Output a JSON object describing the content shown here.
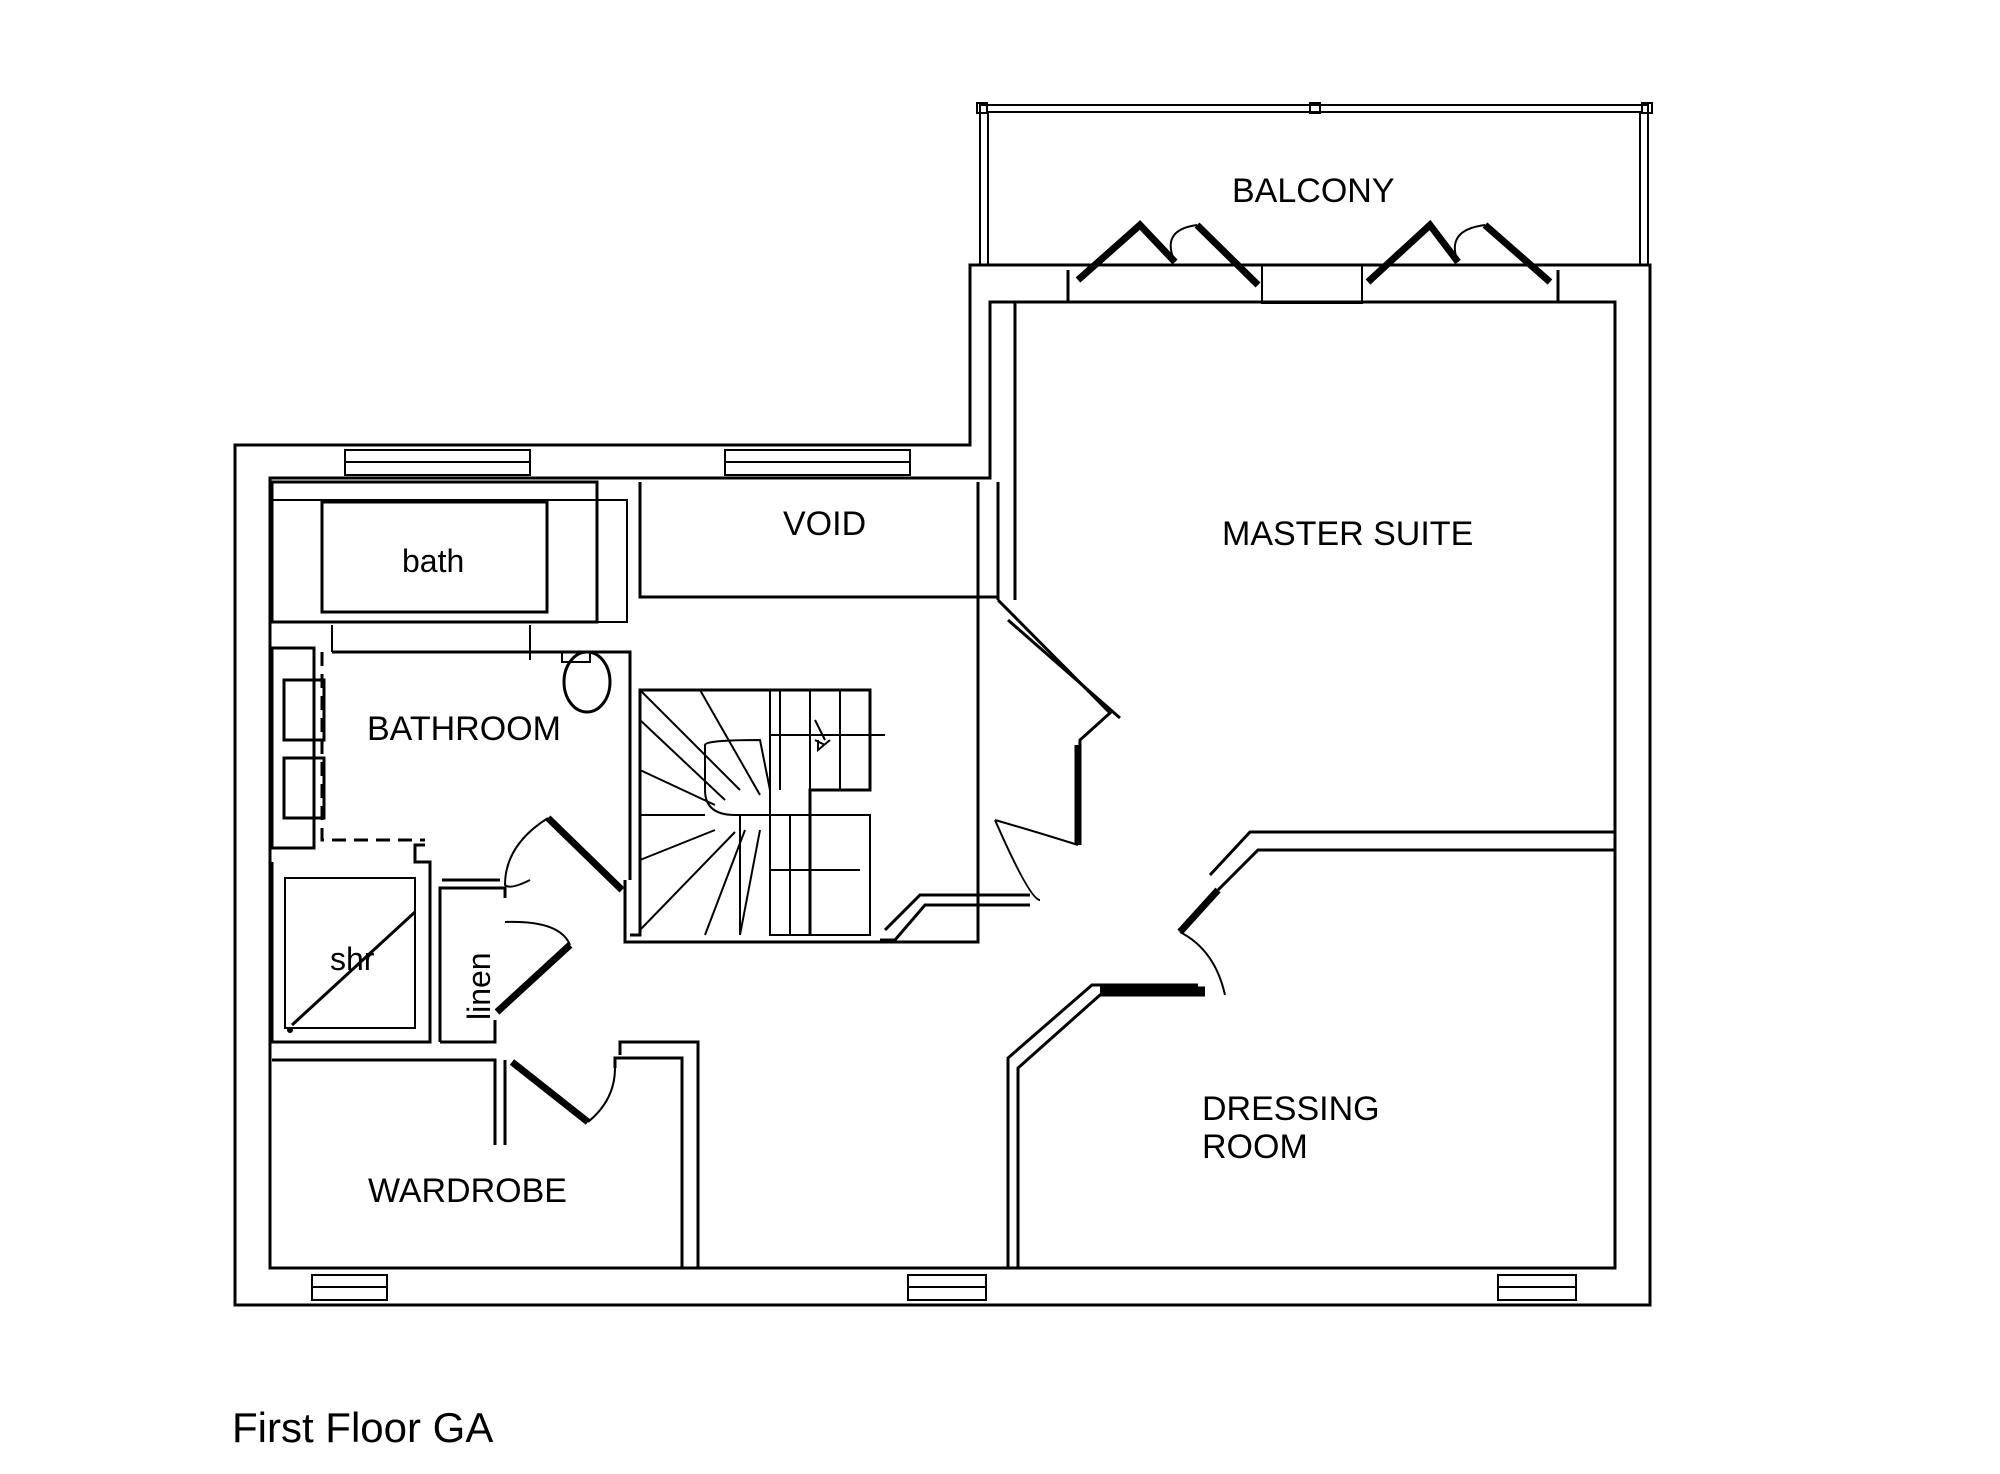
{
  "rooms": {
    "balcony": "BALCONY",
    "master_suite": "MASTER SUITE",
    "void": "VOID",
    "bath": "bath",
    "bathroom": "BATHROOM",
    "shr": "shr",
    "linen": "linen",
    "wardrobe": "WARDROBE",
    "dressing_line1": "DRESSING",
    "dressing_line2": "ROOM"
  },
  "caption": "First Floor GA"
}
